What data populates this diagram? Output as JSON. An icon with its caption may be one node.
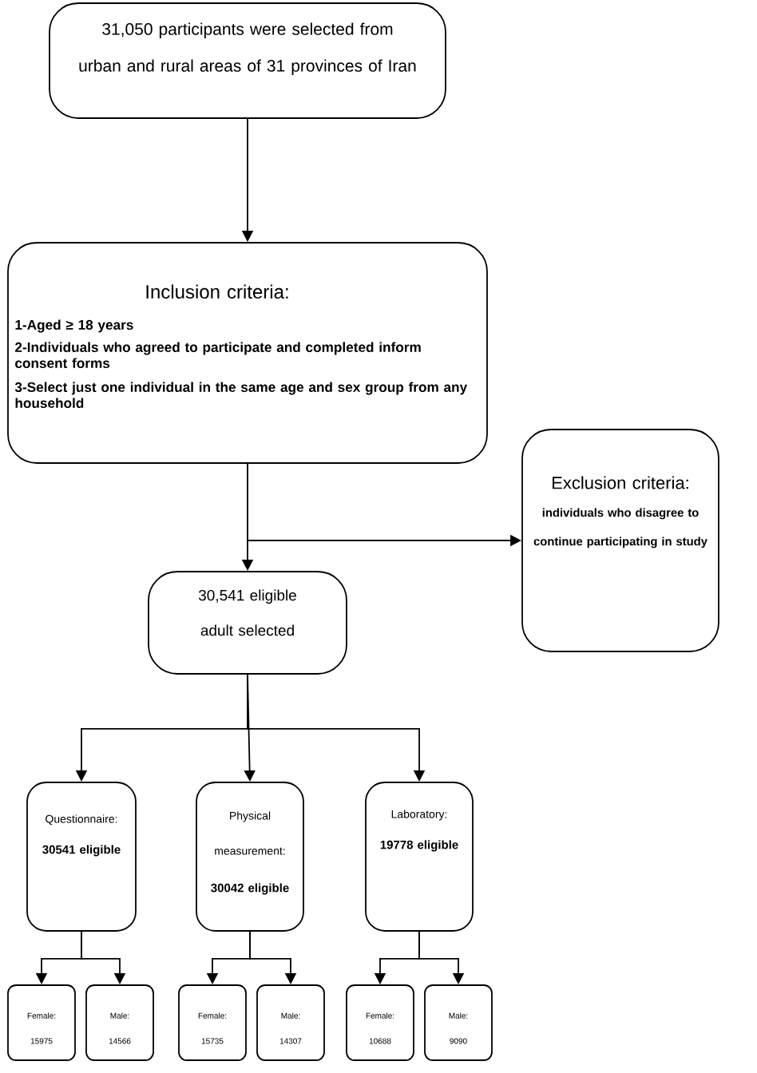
{
  "diagram": {
    "nodes": [
      {
        "text": [
          "31,050 participants were selected from urban and rural areas of 31 provinces of Iran"
        ]
      },
      {
        "text": [
          "Inclusion criteria:",
          "1-Aged ≥ 18 years",
          "2-Individuals who agreed to participate and completed inform consent forms",
          "3-Select just one individual in the same age and sex group from any household"
        ]
      },
      {
        "text": [
          "Exclusion criteria:",
          "individuals who disagree to continue participating in study"
        ]
      },
      {
        "text": [
          "30,541 eligible adult selected"
        ]
      },
      {
        "text": [
          "Questionnaire:",
          "30541 eligible"
        ]
      },
      {
        "text": [
          "Physical measurement:",
          "30042 eligible"
        ]
      },
      {
        "text": [
          "Laboratory:",
          "19778 eligible"
        ]
      },
      {
        "text": [
          "Female:",
          "15975"
        ]
      },
      {
        "text": [
          "Male:",
          "14566"
        ]
      },
      {
        "text": [
          "Female:",
          "15735"
        ]
      },
      {
        "text": [
          "Male:",
          "14307"
        ]
      },
      {
        "text": [
          "Female:",
          "10688"
        ]
      },
      {
        "text": [
          "Male:",
          "9090"
        ]
      }
    ],
    "edges": [
      {
        "from": 0,
        "to": 1,
        "arrow": "to"
      },
      {
        "from": 1,
        "to": 3,
        "arrow": "to"
      },
      {
        "from": 1,
        "to": 2,
        "arrow": "to"
      },
      {
        "from": 3,
        "to": 4,
        "arrow": "to"
      },
      {
        "from": 3,
        "to": 5,
        "arrow": "to"
      },
      {
        "from": 3,
        "to": 6,
        "arrow": "to"
      },
      {
        "from": 4,
        "to": 7,
        "arrow": "to"
      },
      {
        "from": 4,
        "to": 8,
        "arrow": "to"
      },
      {
        "from": 5,
        "to": 9,
        "arrow": "to"
      },
      {
        "from": 5,
        "to": 10,
        "arrow": "to"
      },
      {
        "from": 6,
        "to": 11,
        "arrow": "to"
      },
      {
        "from": 6,
        "to": 12,
        "arrow": "to"
      }
    ]
  }
}
